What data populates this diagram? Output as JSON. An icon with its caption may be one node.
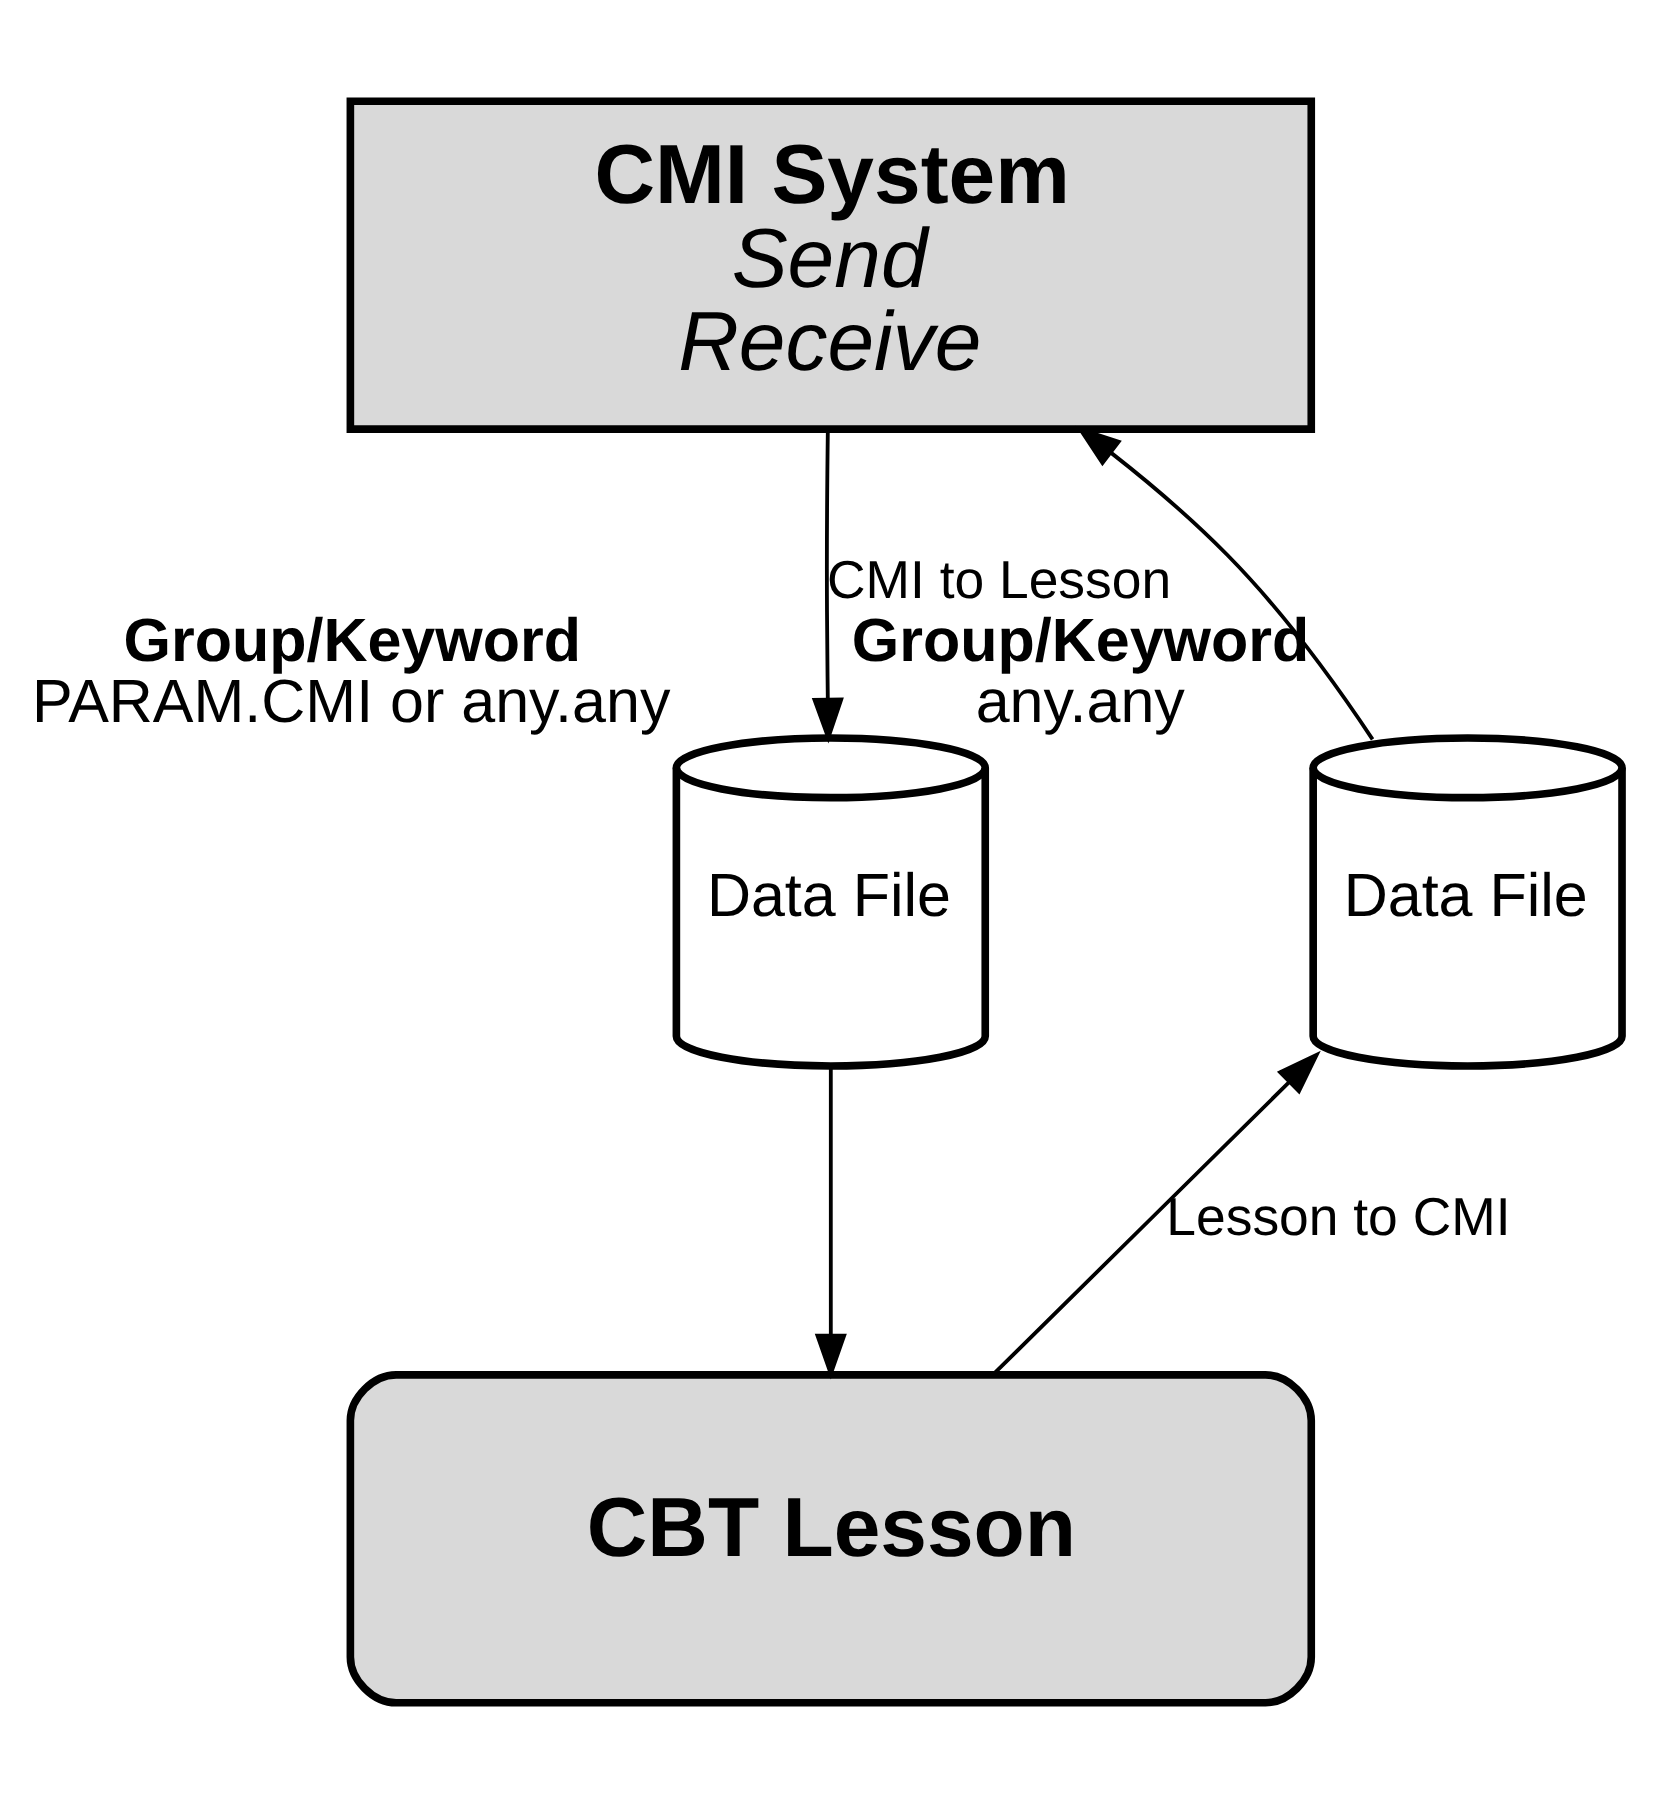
{
  "diagram": {
    "nodes": [
      {
        "text": [
          "CMI System",
          "Send",
          "Receive"
        ]
      },
      {
        "text": [
          "Data File"
        ],
        "beside": [
          "Group/Keyword",
          "PARAM.CMI or any.any"
        ]
      },
      {
        "text": [
          "Data File"
        ],
        "beside": [
          "Group/Keyword",
          "any.any"
        ]
      },
      {
        "text": [
          "CBT Lesson"
        ]
      }
    ],
    "edges": [
      {
        "from": 0,
        "to": 1,
        "arrow": "to",
        "label": "CMI to Lesson"
      },
      {
        "from": 1,
        "to": 3,
        "arrow": "to"
      },
      {
        "from": 3,
        "to": 2,
        "arrow": "to",
        "label": "Lesson to CMI"
      },
      {
        "from": 2,
        "to": 0,
        "arrow": "to"
      }
    ]
  }
}
